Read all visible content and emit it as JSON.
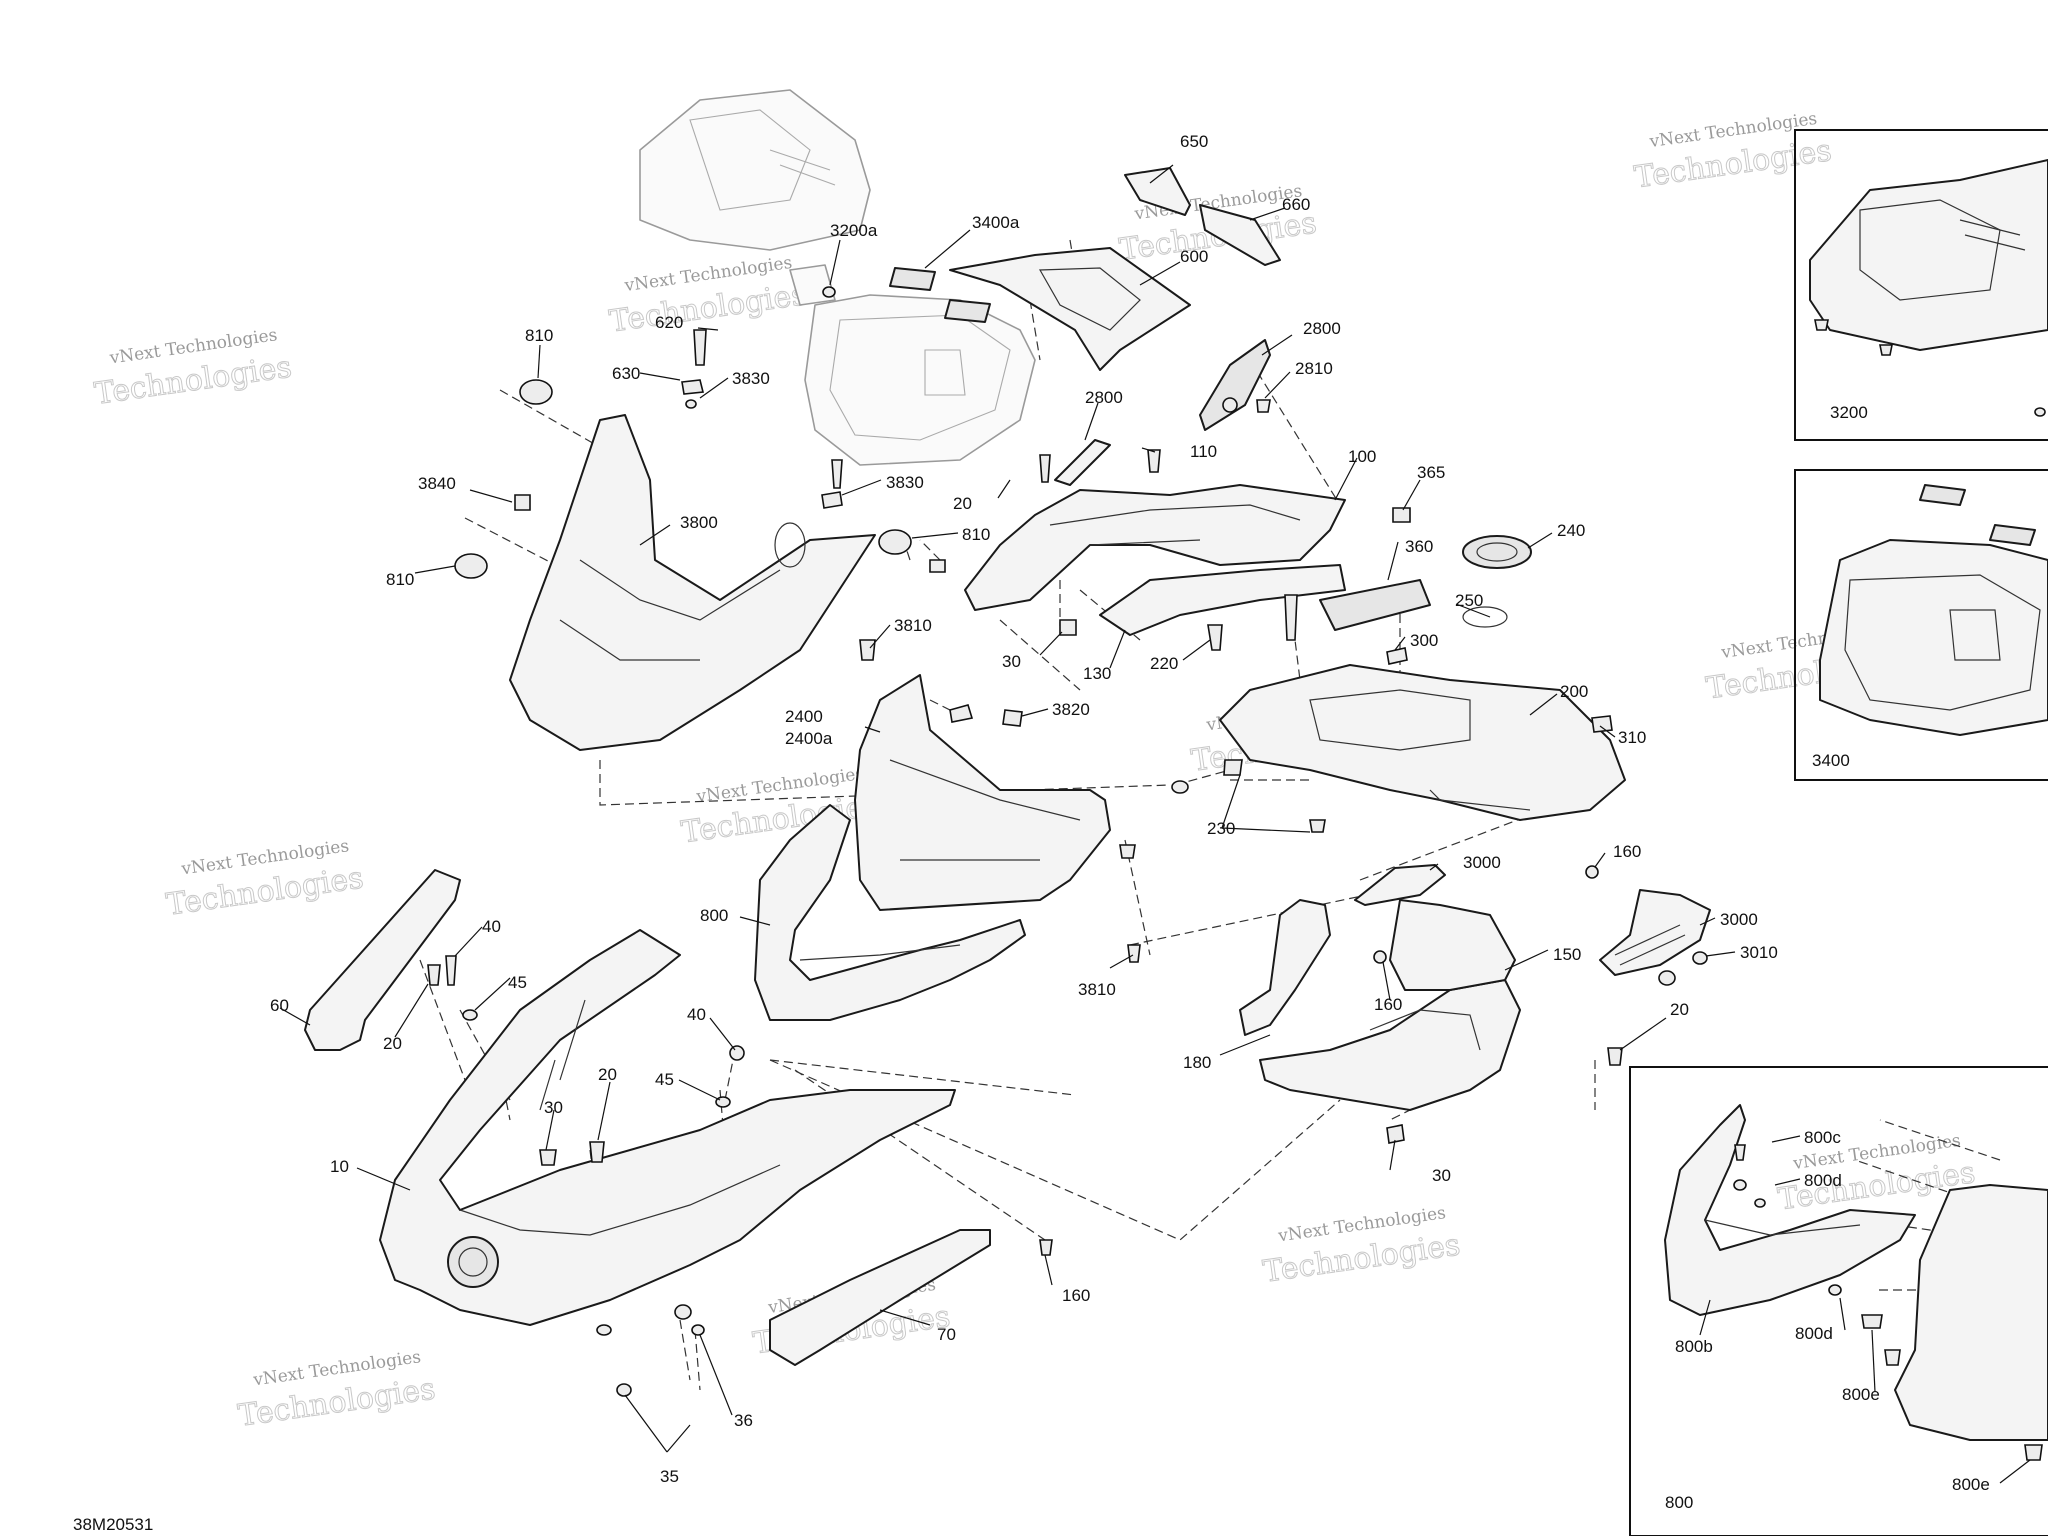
{
  "diagram_code": "38M20531",
  "watermark": {
    "line1": "vNext Technologies",
    "line2": "Technologies"
  },
  "callouts": {
    "c650": "650",
    "c660": "660",
    "c3200a": "3200a",
    "c3400a": "3400a",
    "c600": "600",
    "c620": "620",
    "c810a": "810",
    "c630": "630",
    "c3830a": "3830",
    "c2800a": "2800",
    "c2810": "2810",
    "c3830b": "3830",
    "c110": "110",
    "c3840": "3840",
    "c2800b": "2800",
    "c100": "100",
    "c365": "365",
    "c20a": "20",
    "c810b": "810",
    "c3800": "3800",
    "c810c": "810",
    "c360": "360",
    "c240": "240",
    "c250": "250",
    "c3810a": "3810",
    "c30a": "30",
    "c130": "130",
    "c220": "220",
    "c300": "300",
    "c200": "200",
    "c3820": "3820",
    "c2400": "2400",
    "c2400a": "2400a",
    "c310": "310",
    "c230": "230",
    "c3000a": "3000",
    "c160a": "160",
    "c800": "800",
    "c3000b": "3000",
    "c3010": "3010",
    "c40a": "40",
    "c45a": "45",
    "c60": "60",
    "c20b": "20",
    "c150": "150",
    "c3810b": "3810",
    "c160b": "160",
    "c20c": "20",
    "c40b": "40",
    "c180": "180",
    "c45b": "45",
    "c20d": "20",
    "c30b": "30",
    "c10": "10",
    "c30c": "30",
    "c160c": "160",
    "c70": "70",
    "c36": "36",
    "c35": "35",
    "c3200": "3200",
    "c3400": "3400",
    "c800c": "800c",
    "c800d_a": "800d",
    "c800b": "800b",
    "c800d_b": "800d",
    "c800e_a": "800e",
    "c800e_b": "800e",
    "c800box": "800"
  }
}
